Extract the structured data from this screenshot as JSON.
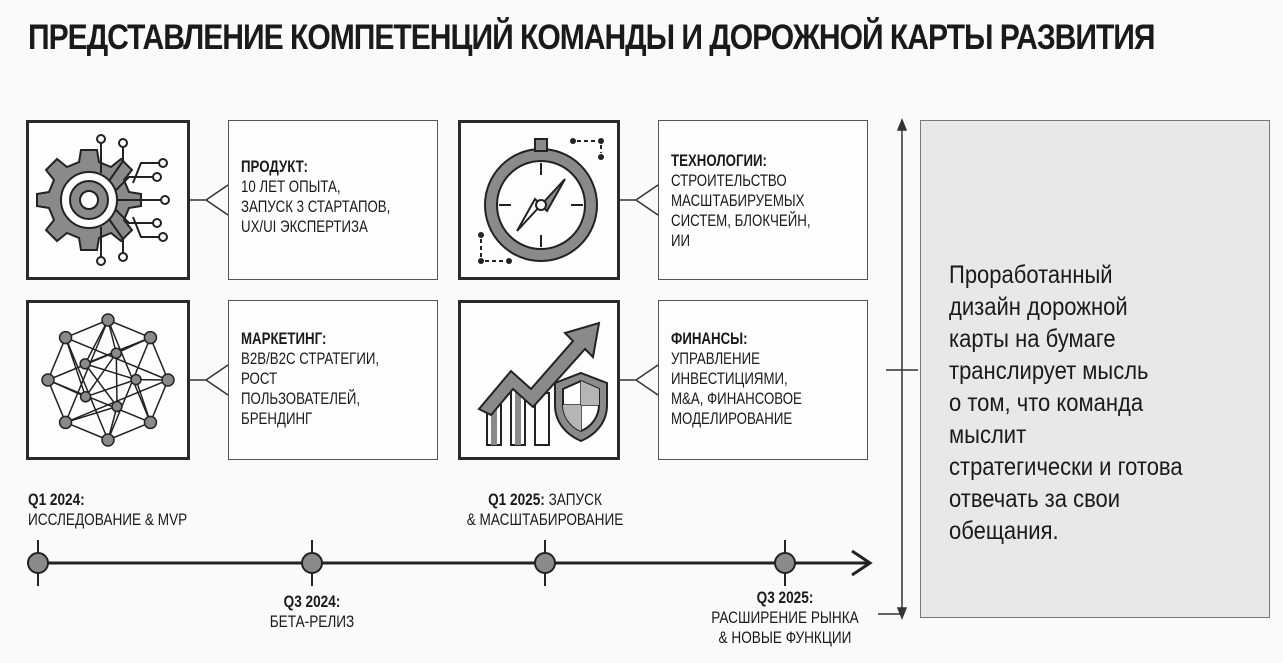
{
  "title": "ПРЕДСТАВЛЕНИЕ КОМПЕТЕНЦИЙ КОМАНДЫ И ДОРОЖНОЙ КАРТЫ РАЗВИТИЯ",
  "cards": [
    {
      "icon": "gear-circuit-icon",
      "heading": "ПРОДУКТ:",
      "lines": [
        "10 ЛЕТ ОПЫТА,",
        "ЗАПУСК 3 СТАРТАПОВ,",
        "UX/UI ЭКСПЕРТИЗА"
      ]
    },
    {
      "icon": "compass-icon",
      "heading": "ТЕХНОЛОГИИ:",
      "lines": [
        "СТРОИТЕЛЬСТВО",
        "МАСШТАБИРУЕМЫХ",
        "СИСТЕМ, БЛОКЧЕЙН,",
        "ИИ"
      ]
    },
    {
      "icon": "network-icon",
      "heading": "МАРКЕТИНГ:",
      "lines": [
        "B2B/B2C СТРАТЕГИИ,",
        "РОСТ",
        "ПОЛЬЗОВАТЕЛЕЙ,",
        "БРЕНДИНГ"
      ]
    },
    {
      "icon": "growth-chart-shield-icon",
      "heading": "ФИНАНСЫ:",
      "lines": [
        "УПРАВЛЕНИЕ",
        "ИНВЕСТИЦИЯМИ,",
        "M&A, ФИНАНСОВОЕ",
        "МОДЕЛИРОВАНИЕ"
      ]
    }
  ],
  "timeline": {
    "above": [
      {
        "heading": "Q1 2024:",
        "text": "ИССЛЕДОВАНИЕ & MVP"
      },
      {
        "heading": "Q1 2025:",
        "heading_rest": " ЗАПУСК",
        "text": "& МАСШТАБИРОВАНИЕ"
      }
    ],
    "below": [
      {
        "heading": "Q3 2024:",
        "text": "БЕТА-РЕЛИЗ"
      },
      {
        "heading": "Q3 2025:",
        "text": "РАСШИРЕНИЕ РЫНКА",
        "text2": "& НОВЫЕ ФУНКЦИИ"
      }
    ]
  },
  "side_note": {
    "lines": [
      "Проработанный",
      "дизайн дорожной",
      "карты на бумаге",
      "транслирует мысль",
      "о том, что команда",
      "мыслит",
      "стратегически и готова",
      "отвечать за свои",
      "обещания."
    ]
  }
}
